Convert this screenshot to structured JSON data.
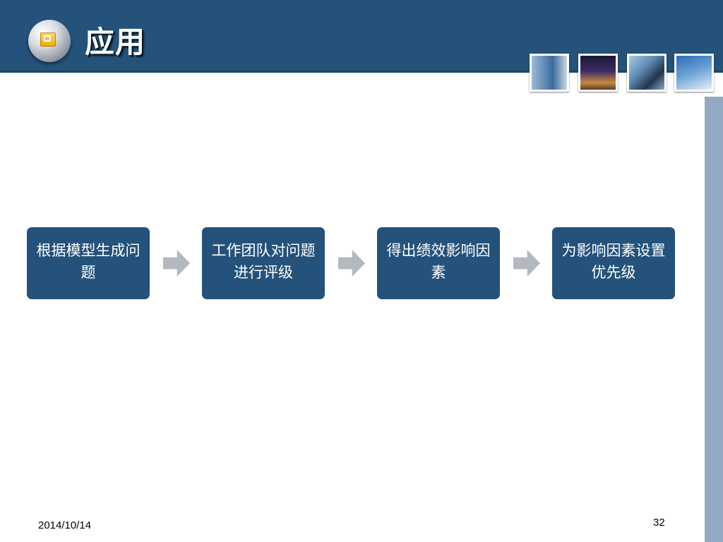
{
  "slide": {
    "title": "应用",
    "footer_date": "2014/10/14",
    "page_number": "32"
  },
  "header": {
    "logo_icon": "window-square-icon",
    "thumbnails": [
      {
        "icon": "office-tower-photo"
      },
      {
        "icon": "night-skyline-photo"
      },
      {
        "icon": "person-on-phone-photo"
      },
      {
        "icon": "glass-skyscraper-photo"
      }
    ]
  },
  "flow": {
    "steps": [
      {
        "label": "根据模型生成问题"
      },
      {
        "label": "工作团队对问题进行评级"
      },
      {
        "label": "得出绩效影响因素"
      },
      {
        "label": "为影响因素设置优先级"
      }
    ],
    "arrow_icon": "chevron-right-arrow-icon"
  },
  "colors": {
    "header": "#24527a",
    "step_box": "#24527a",
    "arrow": "#b3b9c0",
    "side_bar": "#93a9c2",
    "title_text": "#ffffff"
  }
}
